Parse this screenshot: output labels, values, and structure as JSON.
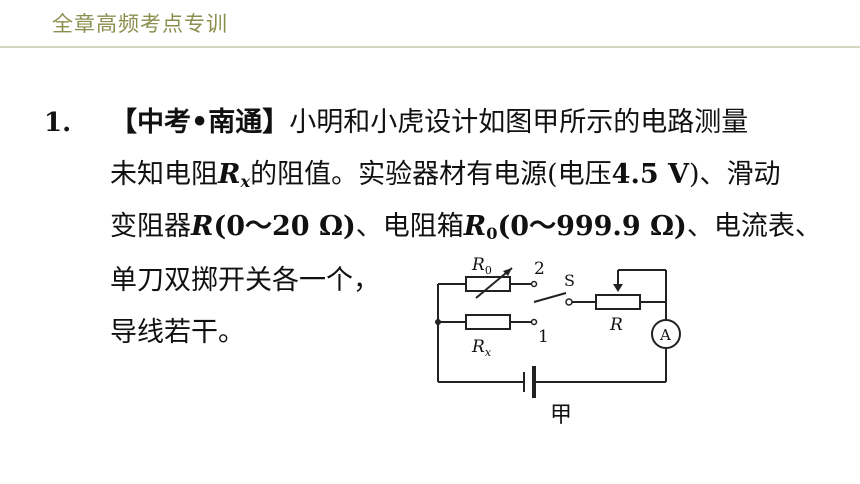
{
  "header": {
    "title": "全章高频考点专训"
  },
  "question": {
    "number": "1.",
    "source": "【中考•南通】",
    "line1_rest": "小明和小虎设计如图甲所示的电路测量",
    "line2_a": "未知电阻",
    "rx_R": "R",
    "rx_sub": "x",
    "line2_b": "的阻值。实验器材有电源(电压",
    "voltage": "4.5 V",
    "line2_c": ")、滑动",
    "line3_a": "变阻器",
    "r_symbol": "R",
    "r_range": "(0～20 Ω)",
    "line3_b": "、电阻箱",
    "r0_R": "R",
    "r0_sub": "0",
    "r0_range": "(0～999.9 Ω)",
    "line3_c": "、电流表、",
    "line4": "单刀双掷开关各一个，",
    "line5": "导线若干。"
  },
  "circuit": {
    "r0_label": "R",
    "r0_sub": "0",
    "rx_label": "R",
    "rx_sub": "x",
    "contact_2": "2",
    "contact_1": "1",
    "switch_label": "S",
    "rheostat_label": "R",
    "ammeter_label": "A",
    "caption": "甲"
  }
}
